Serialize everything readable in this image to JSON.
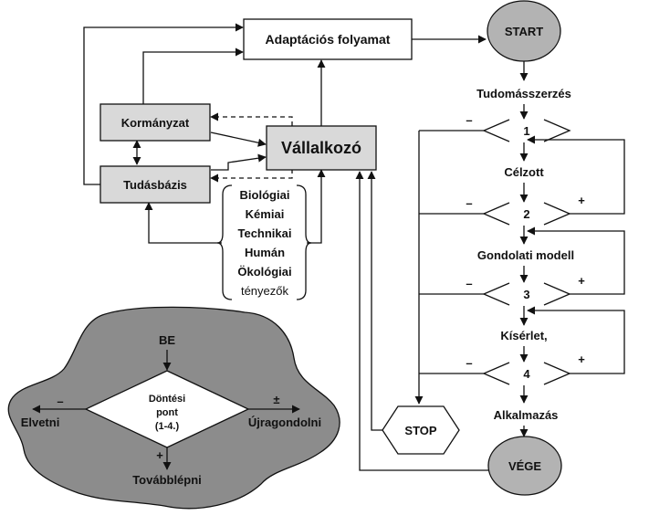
{
  "flow": {
    "adaptation": "Adaptációs folyamat",
    "government": "Kormányzat",
    "entrepreneur": "Vállalkozó",
    "knowledge_base": "Tudásbázis",
    "factors": [
      "Biológiai",
      "Kémiai",
      "Technikai",
      "Humán",
      "Ökológiai",
      "tényezők"
    ],
    "start": "START",
    "science": "Tudomásszerzés",
    "targeted": "Célzott",
    "model": "Gondolati modell",
    "experiment": "Kísérlet,",
    "application": "Alkalmazás",
    "stop": "STOP",
    "end": "VÉGE",
    "d1": "1",
    "d2": "2",
    "d3": "3",
    "d4": "4",
    "minus": "–",
    "plus": "+"
  },
  "legend": {
    "in": "BE",
    "decision_l1": "Döntési",
    "decision_l2": "pont",
    "decision_l3": "(1-4.)",
    "reject": "Elvetni",
    "reject_sign": "–",
    "rethink": "Újragondolni",
    "rethink_sign": "±",
    "proceed": "Továbblépni",
    "proceed_sign": "+"
  },
  "colors": {
    "box_gray": "#d9d9d9",
    "blob_gray": "#8c8c8c",
    "line": "#111111"
  }
}
